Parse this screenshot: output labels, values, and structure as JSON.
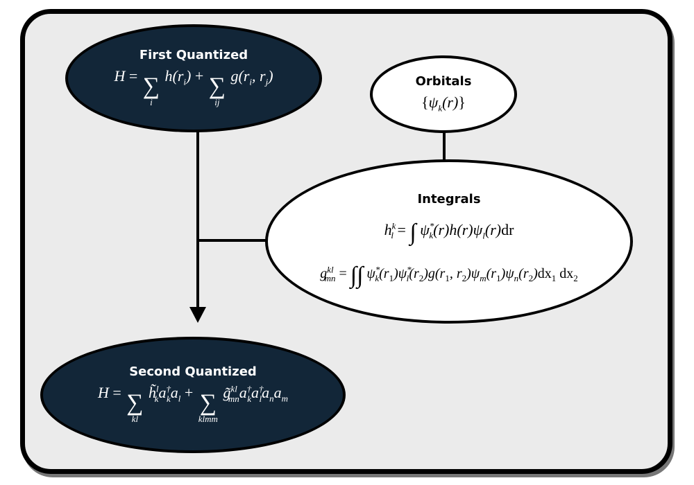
{
  "nodes": {
    "first_quantized": {
      "title": "First Quantized",
      "equation": "H = ∑_i h(r_i) + ∑_ij g(r_i, r_j)"
    },
    "orbitals": {
      "title": "Orbitals",
      "equation": "{ψ_k(r)}"
    },
    "integrals": {
      "title": "Integrals",
      "equation_one_body": "h^k_l = ∫ ψ*_k(r) h(r) ψ_l(r) dr",
      "equation_two_body": "g^kl_mn = ∫∫ ψ*_k(r_1) ψ*_l(r_2) g(r_1, r_2) ψ_m(r_1) ψ_n(r_2) dx_1 dx_2"
    },
    "second_quantized": {
      "title": "Second Quantized",
      "equation": "H = ∑_kl h̃^l_k a†_k a_l + ∑_klmm g̃^kl_mn a†_k a†_l a_n a_m"
    }
  },
  "colors": {
    "dark_node": "#122638",
    "light_node": "#ffffff",
    "panel": "#ebebeb"
  }
}
